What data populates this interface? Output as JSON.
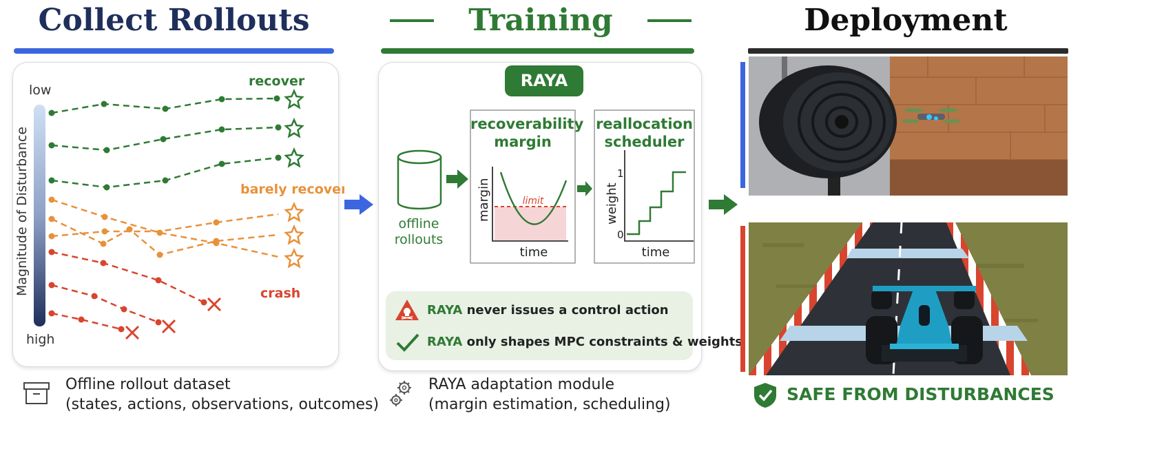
{
  "colors": {
    "blue": "#3b66e0",
    "green": "#2f7a34",
    "orange": "#e8913a",
    "red": "#d9442e",
    "navy": "#1f2f5c",
    "dark": "#222222"
  },
  "sections": {
    "collect": {
      "title": "Collect Rollouts"
    },
    "training": {
      "title": "Training"
    },
    "deployment": {
      "title": "Deployment"
    }
  },
  "rollouts": {
    "axis_label": "Magnitude of Disturbance",
    "low": "low",
    "high": "high",
    "labels": {
      "recover": "recover",
      "barely": "barely recover",
      "crash": "crash"
    },
    "caption_line1": "Offline rollout dataset",
    "caption_line2": "(states, actions, observations, outcomes)",
    "caption_icon": "archive-box-icon"
  },
  "training": {
    "badge": "RAYA",
    "cylinder_label_1": "offline",
    "cylinder_label_2": "rollouts",
    "margin_box": {
      "title_1": "recoverability",
      "title_2": "margin",
      "ylabel": "margin",
      "xlabel": "time",
      "limit": "limit"
    },
    "sched_box": {
      "title_1": "reallocation",
      "title_2": "scheduler",
      "ylabel": "weight",
      "xlabel": "time",
      "tick_1": "1",
      "tick_0": "0"
    },
    "note_1": {
      "kw": "RAYA",
      "text": " never issues a control action",
      "icon": "skull-warning-icon"
    },
    "note_2": {
      "kw": "RAYA",
      "text": " only shapes MPC constraints & weights",
      "icon": "check-icon"
    },
    "caption_line1": "RAYA adaptation module",
    "caption_line2": "(margin estimation, scheduling)",
    "caption_icon": "gears-icon"
  },
  "deployment": {
    "safe": "SAFE FROM DISTURBANCES",
    "safe_icon": "shield-check-icon",
    "photo_1": "drone-fan-photo",
    "photo_2": "race-car-track-photo"
  }
}
